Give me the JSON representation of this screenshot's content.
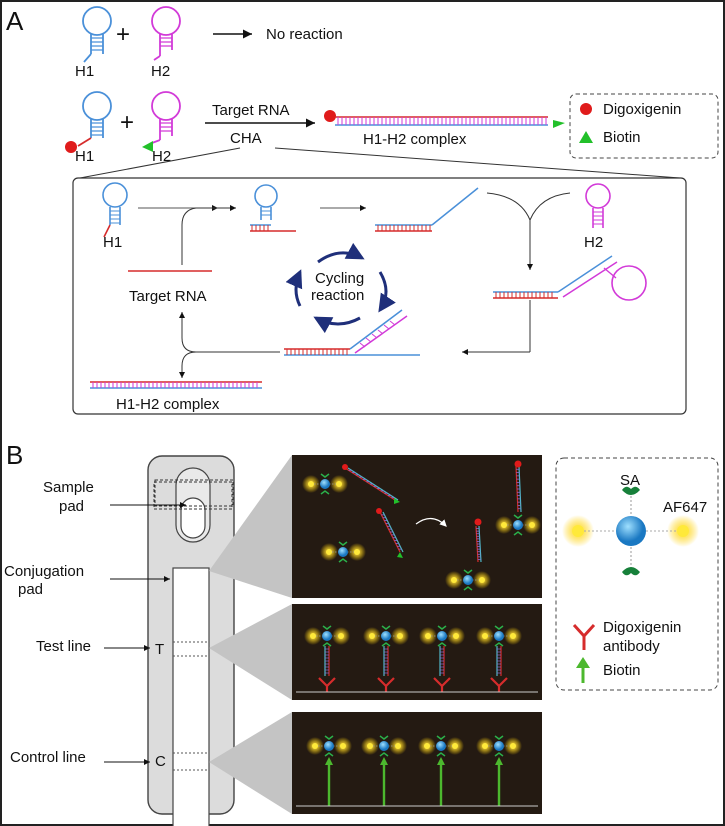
{
  "panel_a": {
    "letter": "A",
    "row1": {
      "h1": "H1",
      "h2": "H2",
      "plus": "+",
      "result": "No reaction"
    },
    "row2": {
      "h1": "H1",
      "h2": "H2",
      "plus": "+",
      "target": "Target RNA",
      "cha": "CHA",
      "complex": "H1-H2 complex"
    },
    "legend": {
      "digoxigenin": "Digoxigenin",
      "biotin": "Biotin"
    },
    "cycle": {
      "h1": "H1",
      "h2": "H2",
      "target": "Target RNA",
      "cycling": "Cycling",
      "reaction": "reaction",
      "complex": "H1-H2 complex"
    }
  },
  "panel_b": {
    "letter": "B",
    "strip": {
      "sample_pad_1": "Sample",
      "sample_pad_2": "pad",
      "conjugation_pad_1": "Conjugation",
      "conjugation_pad_2": "pad",
      "test_line": "Test line",
      "control_line": "Control line",
      "t": "T",
      "c": "C"
    },
    "legend": {
      "sa": "SA",
      "af647": "AF647",
      "dig_antibody_1": "Digoxigenin",
      "dig_antibody_2": "antibody",
      "biotin": "Biotin"
    }
  },
  "colors": {
    "h1": "#4a90d9",
    "h2": "#d23ad8",
    "target": "#d62c2c",
    "digoxigenin": "#e01b1b",
    "biotin": "#22c02a",
    "cycle_arrow": "#1f2f7a",
    "dark_panel": "#241a12",
    "glow": "#ffe93a",
    "sa_blue": "#2a8fd6"
  }
}
